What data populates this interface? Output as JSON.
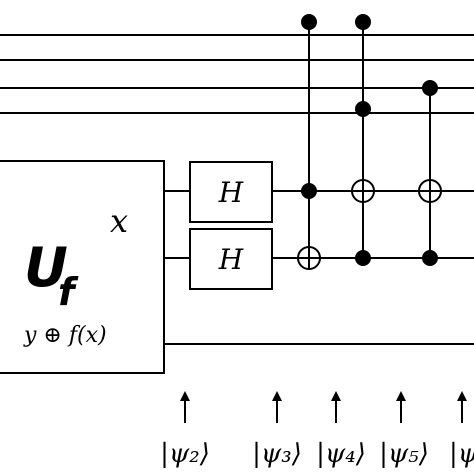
{
  "oracle_box": {
    "label_main": "U",
    "label_sub": "f",
    "input_label": "x",
    "output_label": "y ⊕ f(x)"
  },
  "hadamard_gates": [
    {
      "label": "H"
    },
    {
      "label": "H"
    }
  ],
  "state_markers": [
    {
      "label": "|ψ₂⟩"
    },
    {
      "label": "|ψ₃⟩"
    },
    {
      "label": "|ψ₄⟩"
    },
    {
      "label": "|ψ₅⟩"
    },
    {
      "label": "|ψ"
    }
  ],
  "style": {
    "line_color": "#000000",
    "background": "#ffffff"
  }
}
